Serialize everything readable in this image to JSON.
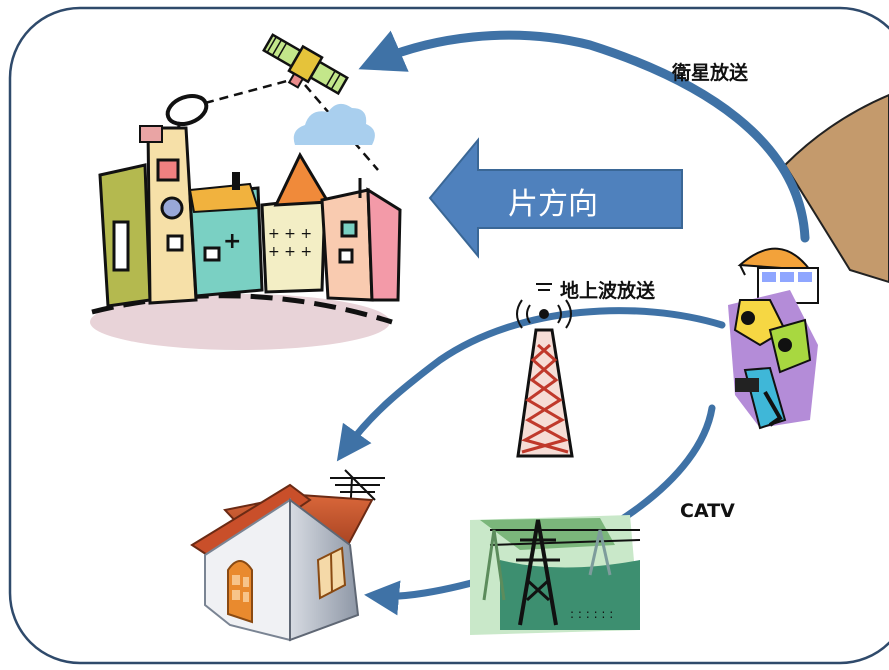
{
  "labels": {
    "satellite": "衛星放送",
    "terrestrial": "地上波放送",
    "catv": "CATV",
    "direction": "片方向"
  },
  "colors": {
    "frame_border": "#2f4a6b",
    "curve": "#3f72a6",
    "big_arrow": "#4f81bd",
    "dish_wedge": "#c49a6c"
  },
  "icons": [
    "satellite-icon",
    "city-icon",
    "cloud-icon",
    "broadcast-station-icon",
    "tv-tower-icon",
    "house-icon",
    "power-lines-icon"
  ]
}
